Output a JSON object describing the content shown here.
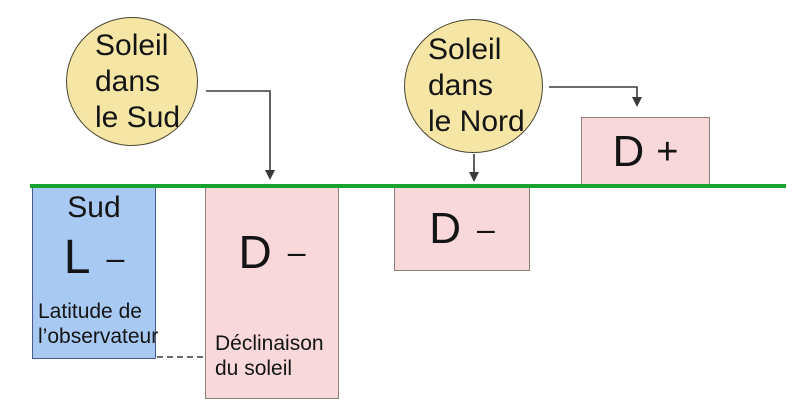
{
  "colors": {
    "circle-fill": "#F6E6A6",
    "circle-border": "#4A4733",
    "pink-fill": "#F9D8DB",
    "pink-border": "#8A8078",
    "blue-fill": "#A8C9F2",
    "blue-border": "#4A5A8A",
    "horizon-green": "#18A230",
    "line-dark": "#3A3A3A",
    "text": "#141414"
  },
  "circles": [
    {
      "lines": [
        "Soleil",
        "dans",
        "le Sud"
      ]
    },
    {
      "lines": [
        "Soleil",
        "dans",
        "le Nord"
      ]
    }
  ],
  "boxes": [
    {
      "region": "Sud",
      "symbol": "L",
      "sign": "–",
      "caption": [
        "Latitude de",
        "l’observateur"
      ]
    },
    {
      "symbol": "D",
      "sign": "–",
      "caption": [
        "Déclinaison",
        "du soleil"
      ]
    },
    {
      "symbol": "D",
      "sign": "–"
    },
    {
      "symbol": "D",
      "sign": "+"
    }
  ]
}
